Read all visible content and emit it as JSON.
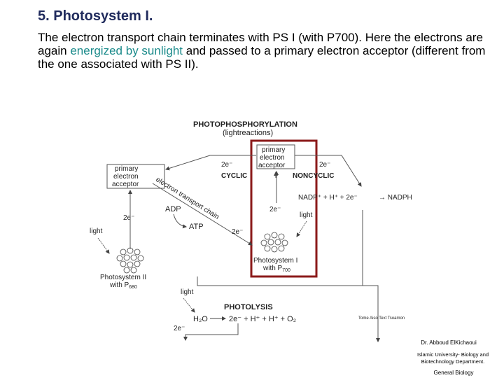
{
  "slide": {
    "title": "5. Photosystem I.",
    "paragraph": {
      "part1": " The electron transport chain terminates with PS I (with P700). Here the electrons are again ",
      "highlight1": "energized",
      "part2": " ",
      "highlight2": "by sunlight",
      "part3": " and passed to a primary electron acceptor (different from the one associated with PS II)."
    },
    "highlight_color": "#1a8a8a",
    "title_color": "#1f2a5c"
  },
  "diagram": {
    "heading": "PHOTOPHOSPHORYLATION",
    "subheading": "(lightreactions)",
    "psi_acceptor": [
      "primary",
      "electron",
      "acceptor"
    ],
    "psii_acceptor": [
      "primary",
      "electron",
      "acceptor"
    ],
    "two_e": "2e⁻",
    "cyclic": "CYCLIC",
    "noncyclic": "NONCYCLIC",
    "nadp": "NADP⁺ + H⁺ + 2e⁻",
    "nadph": "→ NADPH",
    "etc": "electron transport chain",
    "adp": "ADP",
    "atp": "ATP",
    "light": "light",
    "psi_label": [
      "Photosystem I",
      "with P"
    ],
    "psi_sub": "700",
    "psii_label": [
      "Photosystem II",
      "with P"
    ],
    "psii_sub": "680",
    "photolysis": "PHOTOLYSIS",
    "h2o": "H₂O",
    "photolysis_eq": "2e⁻ + H⁺ + H⁺ + O₂",
    "faint_note": "Tome Aiso Text Tsoamon",
    "highlight_box_color": "#8b1a1a"
  },
  "credits": {
    "author": "Dr. Abboud ElKichaoui",
    "affiliation": "Islamic University- Biology and Biotechnology Department.",
    "course": "General Biology"
  }
}
